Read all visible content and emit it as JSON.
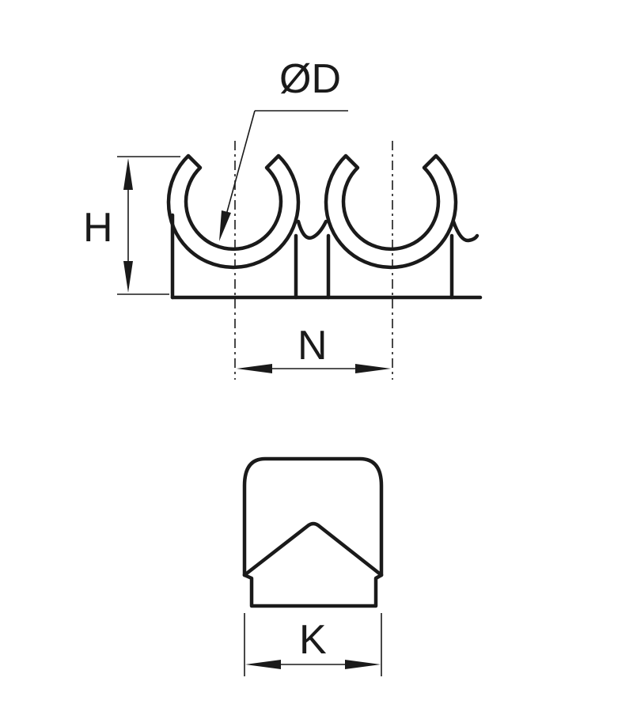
{
  "labels": {
    "diameter": "ØD",
    "height": "H",
    "pitch": "N",
    "width": "K"
  }
}
